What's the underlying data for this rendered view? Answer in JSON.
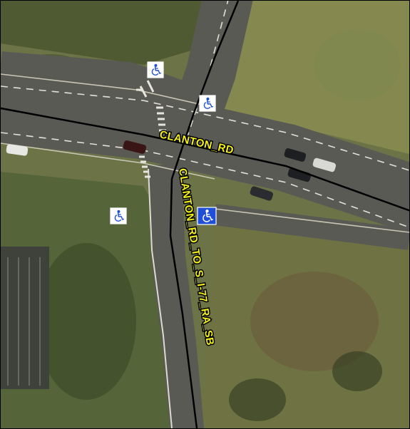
{
  "map": {
    "style": "aerial-imagery",
    "road_labels": [
      {
        "id": "clanton-rd",
        "text": "CLANTON_RD"
      },
      {
        "id": "ramp",
        "text": "CLANTON_RD_TO_S_I-77_RA_SB"
      }
    ],
    "markers": [
      {
        "id": "ada-1",
        "icon": "wheelchair-accessible-icon",
        "style": "outline"
      },
      {
        "id": "ada-2",
        "icon": "wheelchair-accessible-icon",
        "style": "outline"
      },
      {
        "id": "ada-3",
        "icon": "wheelchair-accessible-icon",
        "style": "outline"
      },
      {
        "id": "ada-4",
        "icon": "wheelchair-accessible-icon",
        "style": "filled"
      }
    ],
    "colors": {
      "label_fill": "#f2ee1a",
      "label_outline": "#000000",
      "centerline": "#000000",
      "ada_blue": "#1f4fd6"
    }
  }
}
